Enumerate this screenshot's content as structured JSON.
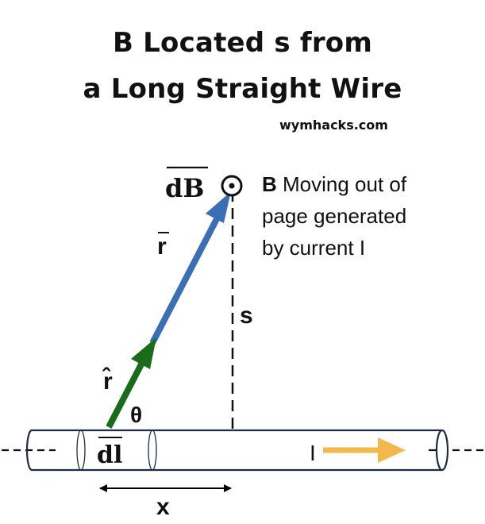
{
  "title": {
    "line1": "B Located s from",
    "line2": "a Long Straight Wire"
  },
  "watermark": "wymhacks.com",
  "labels": {
    "dB": "dB",
    "r_vec": "r",
    "r_hat": "r̂",
    "s": "s",
    "theta": "θ",
    "dl": "dl",
    "current": "I",
    "x": "x"
  },
  "note": {
    "bold": "B",
    "line1_rest": " Moving out of",
    "line2": "page generated",
    "line3": "by current I"
  },
  "colors": {
    "r_vector": "#3a6fb5",
    "r_hat_vector": "#1a6b1a",
    "current_arrow": "#f2b84b",
    "wire_outline": "#1f2a44"
  }
}
